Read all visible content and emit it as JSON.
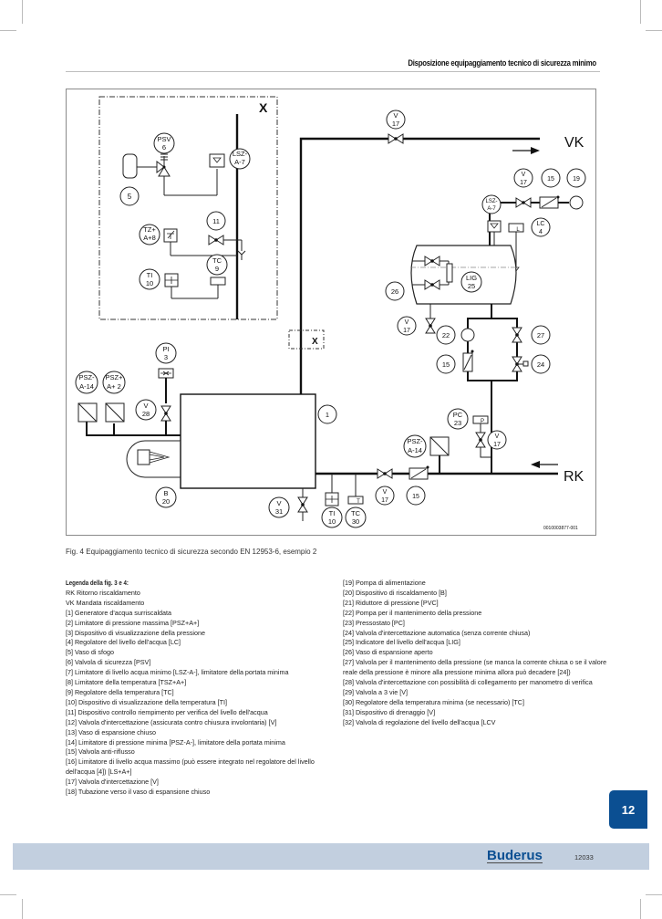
{
  "header": {
    "title": "Disposizione equipaggiamento tecnico di sicurezza minimo"
  },
  "figure": {
    "caption": "Fig. 4 Equipaggiamento tecnico di sicurezza secondo EN 12953-6, esempio 2",
    "code": "0010003877-001",
    "labels": {
      "x_top": "X",
      "x_small": "X",
      "vk": "VK",
      "rk": "RK",
      "psv6": [
        "PSV",
        "6"
      ],
      "lsz7_left": [
        "LSZ-",
        "A-7"
      ],
      "n5": "5",
      "n11": "11",
      "tz8": [
        "TZ+",
        "A+8"
      ],
      "tc9": [
        "TC",
        "9"
      ],
      "ti10_top": [
        "TI",
        "10"
      ],
      "v17_top": [
        "V",
        "17"
      ],
      "v17_right": [
        "V",
        "17"
      ],
      "n15_top": "15",
      "n19": "19",
      "lsz7_right": [
        "LSZ-",
        "A-7"
      ],
      "lc4": [
        "LC",
        "4"
      ],
      "n26": "26",
      "lig25": [
        "LIG",
        "25"
      ],
      "v17_tank": [
        "V",
        "17"
      ],
      "n22": "22",
      "n27": "27",
      "n15_mid": "15",
      "n24": "24",
      "pi3": [
        "PI",
        "3"
      ],
      "psz14_left": [
        "PSZ-",
        "A-14"
      ],
      "psz2": [
        "PSZ+",
        "A+ 2"
      ],
      "v28": [
        "V",
        "28"
      ],
      "n1": "1",
      "pc23": [
        "PC",
        "23"
      ],
      "v17_pc": [
        "V",
        "17"
      ],
      "psz14_right": [
        "PSZ-",
        "A-14"
      ],
      "b20": [
        "B",
        "20"
      ],
      "v31": [
        "V",
        "31"
      ],
      "ti10_bottom": [
        "TI",
        "10"
      ],
      "tc30": [
        "TC",
        "30"
      ],
      "v17_bottom": [
        "V",
        "17"
      ],
      "n15_bottom": "15",
      "p_box": "P",
      "t_box": "T",
      "l_box": "L"
    }
  },
  "legend": {
    "title": "Legenda della fig. 3 e 4:",
    "left": [
      "RK Ritorno riscaldamento",
      "VK Mandata riscaldamento",
      "[1] Generatore d'acqua surriscaldata",
      "[2] Limitatore di pressione massima [PSZ+A+]",
      "[3] Dispositivo di visualizzazione della pressione",
      "[4] Regolatore del livello dell'acqua [LC]",
      "[5] Vaso di sfogo",
      "[6] Valvola di sicurezza [PSV]",
      "[7] Limitatore di livello acqua minimo [LSZ-A-], limitatore della portata minima",
      "[8] Limitatore della temperatura [TSZ+A+]",
      "[9] Regolatore della temperatura [TC]",
      "[10] Dispositivo di visualizzazione della temperatura [TI]",
      "[11] Dispositivo controllo riempimento per verifica del livello dell'acqua",
      "[12] Valvola d'intercettazione (assicurata contro chiusura involontaria) [V]",
      "[13] Vaso di espansione chiuso",
      "[14] Limitatore di pressione minima [PSZ-A-], limitatore della portata minima",
      "[15] Valvola anti-riflusso",
      "[16] Limitatore di livello acqua massimo (può essere integrato nel regolatore del livello dell'acqua [4]) [LS+A+]",
      "[17] Valvola d'intercettazione [V]",
      "[18] Tubazione verso il vaso di espansione chiuso"
    ],
    "right": [
      "[19] Pompa di alimentazione",
      "[20] Dispositivo di riscaldamento [B]",
      "[21] Riduttore di pressione [PVC]",
      "[22] Pompa per il mantenimento della pressione",
      "[23] Pressostato [PC]",
      "[24] Valvola d'intercettazione automatica (senza corrente chiusa)",
      "[25] Indicatore del livello dell'acqua [LIG]",
      "[26] Vaso di espansione aperto",
      "[27] Valvola per il mantenimento della pressione (se manca la corrente chiusa o se il valore reale della pressione è minore alla pressione minima allora può decadere [24])",
      "[28] Valvola d'intercettazione con possibilità di collegamento per manometro di verifica",
      "[29] Valvola a 3 vie [V]",
      "[30] Regolatore della temperatura minima (se necessario) [TC]",
      "[31] Dispositivo di drenaggio [V]",
      "[32] Valvola di regolazione del livello dell'acqua [LCV"
    ]
  },
  "page_tab": "12",
  "footer": {
    "brand": "Buderus",
    "doc_number": "12033"
  },
  "colors": {
    "brand_blue": "#0b4f92",
    "footer_band": "#c2cfdf"
  }
}
